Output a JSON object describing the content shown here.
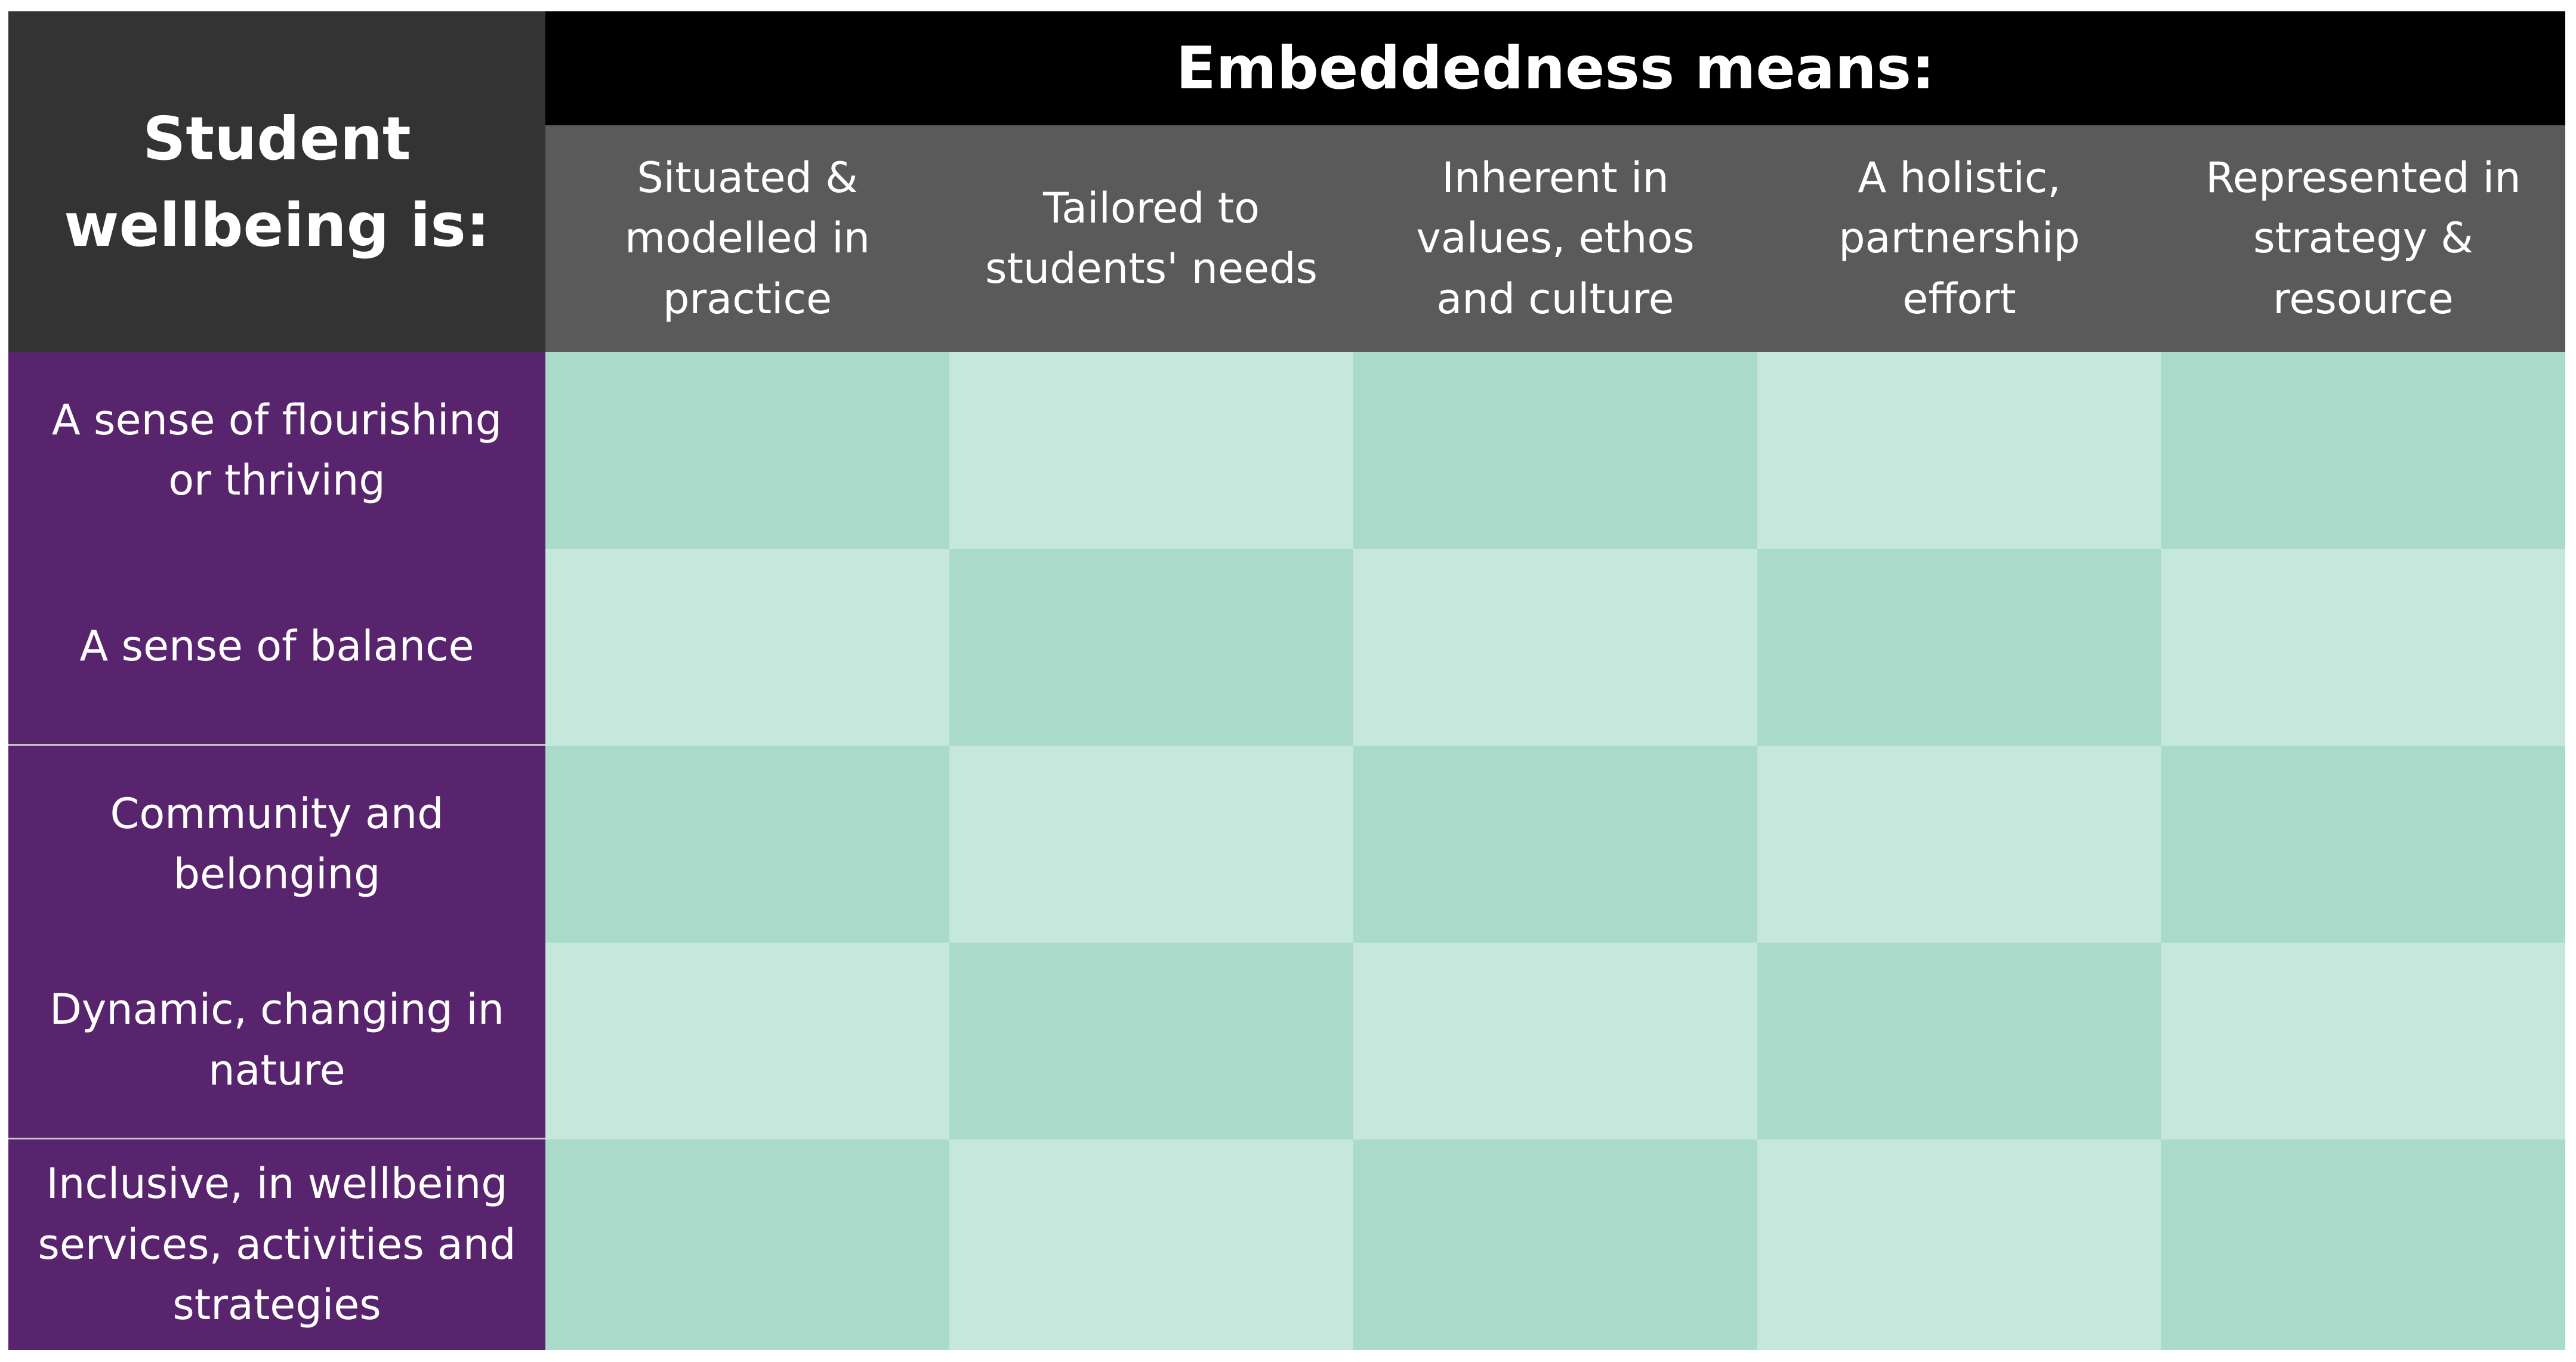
{
  "corner_title": "Student wellbeing is:",
  "top_header": "Embeddedness means:",
  "columns": [
    "Situated & modelled in practice",
    "Tailored to students' needs",
    "Inherent in values, ethos and culture",
    "A holistic, partnership effort",
    "Represented in strategy & resource"
  ],
  "rows": [
    "A sense of flourishing or thriving",
    "A sense of balance",
    "Community and belonging",
    "Dynamic, changing in nature",
    "Inclusive, in wellbeing services, activities and strategies"
  ],
  "colors": {
    "corner_bg": "#333333",
    "top_header_bg": "#000000",
    "column_header_bg": "#5a5a5a",
    "row_header_bg": "#58246d",
    "cell_dark": "#aadbca",
    "cell_light": "#c6e7dc"
  }
}
